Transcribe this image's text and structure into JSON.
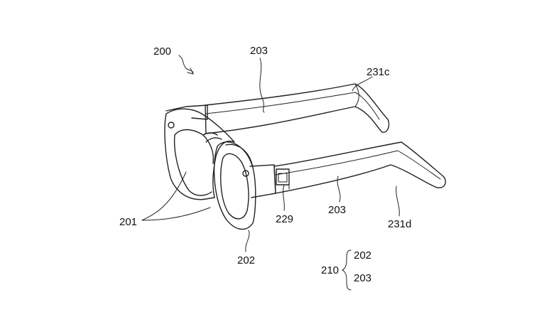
{
  "labels": {
    "l200": "200",
    "l203_top": "203",
    "l231c": "231c",
    "l201": "201",
    "l229": "229",
    "l203_mid": "203",
    "l231d": "231d",
    "l202": "202",
    "l210": "210",
    "l202_group": "202",
    "l203_group": "203"
  }
}
